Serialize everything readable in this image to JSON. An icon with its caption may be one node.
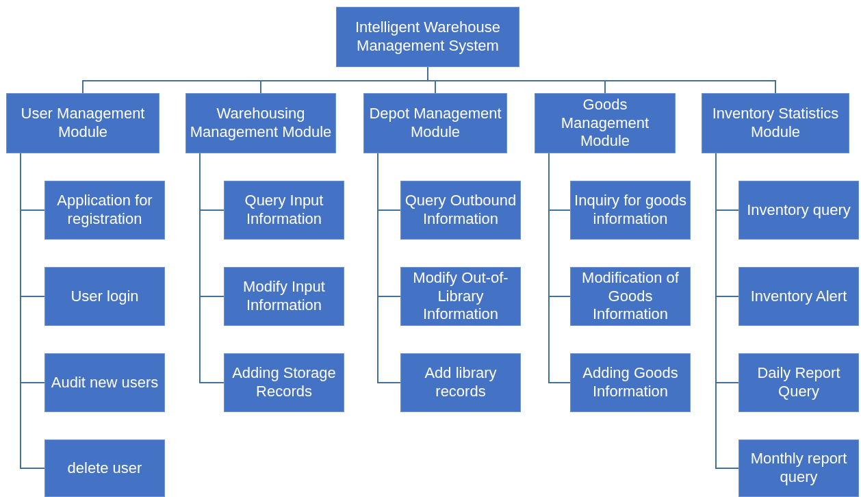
{
  "diagram": {
    "nodes": [
      {
        "text": [
          "Intelligent Warehouse Management System"
        ]
      },
      {
        "text": [
          "User Management Module"
        ]
      },
      {
        "text": [
          "Application for registration"
        ]
      },
      {
        "text": [
          "User login"
        ]
      },
      {
        "text": [
          "Audit new users"
        ]
      },
      {
        "text": [
          "delete user"
        ]
      },
      {
        "text": [
          "Warehousing Management Module"
        ]
      },
      {
        "text": [
          "Query Input Information"
        ]
      },
      {
        "text": [
          "Modify Input Information"
        ]
      },
      {
        "text": [
          "Adding Storage Records"
        ]
      },
      {
        "text": [
          "Depot Management Module"
        ]
      },
      {
        "text": [
          "Query Outbound Information"
        ]
      },
      {
        "text": [
          "Modify Out-of-Library Information"
        ]
      },
      {
        "text": [
          "Add library records"
        ]
      },
      {
        "text": [
          "Goods Management Module"
        ]
      },
      {
        "text": [
          "Inquiry for goods information"
        ]
      },
      {
        "text": [
          "Modification of Goods Information"
        ]
      },
      {
        "text": [
          "Adding Goods Information"
        ]
      },
      {
        "text": [
          "Inventory Statistics Module"
        ]
      },
      {
        "text": [
          "Inventory query"
        ]
      },
      {
        "text": [
          "Inventory Alert"
        ]
      },
      {
        "text": [
          "Daily Report Query"
        ]
      },
      {
        "text": [
          "Monthly report query"
        ]
      }
    ],
    "edges": [
      {
        "from": 0,
        "to": 1,
        "arrow": "none"
      },
      {
        "from": 0,
        "to": 6,
        "arrow": "none"
      },
      {
        "from": 0,
        "to": 10,
        "arrow": "none"
      },
      {
        "from": 0,
        "to": 14,
        "arrow": "none"
      },
      {
        "from": 0,
        "to": 18,
        "arrow": "none"
      },
      {
        "from": 1,
        "to": 2,
        "arrow": "none"
      },
      {
        "from": 1,
        "to": 3,
        "arrow": "none"
      },
      {
        "from": 1,
        "to": 4,
        "arrow": "none"
      },
      {
        "from": 1,
        "to": 5,
        "arrow": "none"
      },
      {
        "from": 6,
        "to": 7,
        "arrow": "none"
      },
      {
        "from": 6,
        "to": 8,
        "arrow": "none"
      },
      {
        "from": 6,
        "to": 9,
        "arrow": "none"
      },
      {
        "from": 10,
        "to": 11,
        "arrow": "none"
      },
      {
        "from": 10,
        "to": 12,
        "arrow": "none"
      },
      {
        "from": 10,
        "to": 13,
        "arrow": "none"
      },
      {
        "from": 14,
        "to": 15,
        "arrow": "none"
      },
      {
        "from": 14,
        "to": 16,
        "arrow": "none"
      },
      {
        "from": 14,
        "to": 17,
        "arrow": "none"
      },
      {
        "from": 18,
        "to": 19,
        "arrow": "none"
      },
      {
        "from": 18,
        "to": 20,
        "arrow": "none"
      },
      {
        "from": 18,
        "to": 21,
        "arrow": "none"
      },
      {
        "from": 18,
        "to": 22,
        "arrow": "none"
      }
    ]
  }
}
